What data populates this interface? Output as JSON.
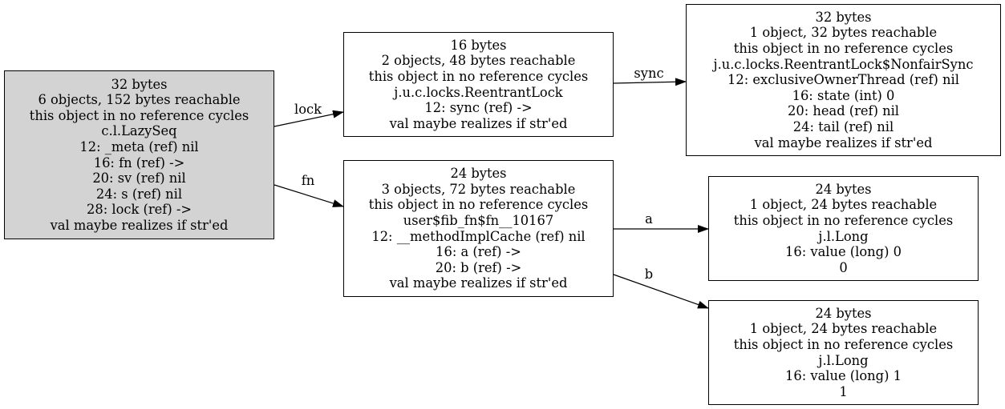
{
  "nodes": [
    {
      "id": "lazyseq",
      "lines": [
        "32 bytes",
        "6 objects, 152 bytes reachable",
        "this object in no reference cycles",
        "c.l.LazySeq",
        "12: _meta (ref) nil",
        "16: fn (ref) ->",
        "20: sv (ref) nil",
        "24: s (ref) nil",
        "28: lock (ref) ->",
        "val maybe realizes if str'ed"
      ],
      "fill": "#d3d3d3"
    },
    {
      "id": "reentrantlock",
      "lines": [
        "16 bytes",
        "2 objects, 48 bytes reachable",
        "this object in no reference cycles",
        "j.u.c.locks.ReentrantLock",
        "12: sync (ref) ->",
        "val maybe realizes if str'ed"
      ],
      "fill": "#ffffff"
    },
    {
      "id": "nonfairsync",
      "lines": [
        "32 bytes",
        "1 object, 32 bytes reachable",
        "this object in no reference cycles",
        "j.u.c.locks.ReentrantLock$NonfairSync",
        "12: exclusiveOwnerThread (ref) nil",
        "16: state (int) 0",
        "20: head (ref) nil",
        "24: tail (ref) nil",
        "val maybe realizes if str'ed"
      ],
      "fill": "#ffffff"
    },
    {
      "id": "fibfn",
      "lines": [
        "24 bytes",
        "3 objects, 72 bytes reachable",
        "this object in no reference cycles",
        "user$fib_fn$fn__10167",
        "12: __methodImplCache (ref) nil",
        "16: a (ref) ->",
        "20: b (ref) ->",
        "val maybe realizes if str'ed"
      ],
      "fill": "#ffffff"
    },
    {
      "id": "long0",
      "lines": [
        "24 bytes",
        "1 object, 24 bytes reachable",
        "this object in no reference cycles",
        "j.l.Long",
        "16: value (long) 0",
        "0"
      ],
      "fill": "#ffffff"
    },
    {
      "id": "long1",
      "lines": [
        "24 bytes",
        "1 object, 24 bytes reachable",
        "this object in no reference cycles",
        "j.l.Long",
        "16: value (long) 1",
        "1"
      ],
      "fill": "#ffffff"
    }
  ],
  "edges": [
    {
      "from": "lazyseq",
      "to": "reentrantlock",
      "label": "lock"
    },
    {
      "from": "lazyseq",
      "to": "fibfn",
      "label": "fn"
    },
    {
      "from": "reentrantlock",
      "to": "nonfairsync",
      "label": "sync"
    },
    {
      "from": "fibfn",
      "to": "long0",
      "label": "a"
    },
    {
      "from": "fibfn",
      "to": "long1",
      "label": "b"
    }
  ]
}
